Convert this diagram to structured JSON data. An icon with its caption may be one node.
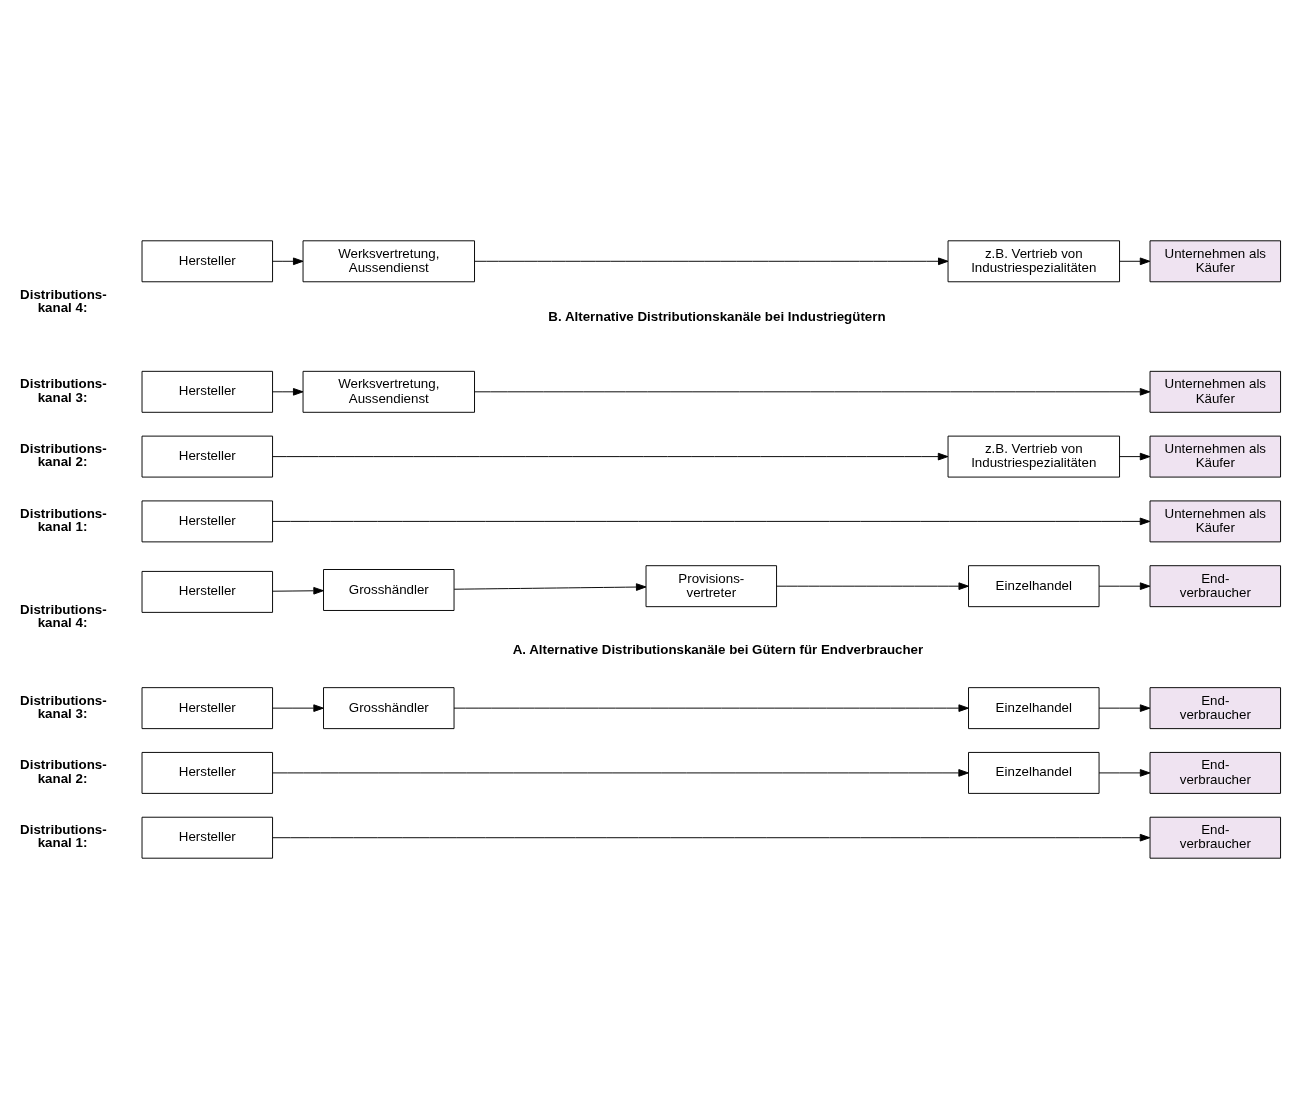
{
  "diagram": {
    "nodes": [
      {
        "text": [
          "Hersteller"
        ]
      },
      {
        "text": [
          "End- verbraucher"
        ]
      },
      {
        "text": [
          "Hersteller"
        ]
      },
      {
        "text": [
          "Einzelhandel"
        ]
      },
      {
        "text": [
          "End- verbraucher"
        ]
      },
      {
        "text": [
          "Hersteller"
        ]
      },
      {
        "text": [
          "Grosshändler"
        ]
      },
      {
        "text": [
          "Einzelhandel"
        ]
      },
      {
        "text": [
          "End- verbraucher"
        ]
      },
      {
        "text": [
          "Hersteller"
        ]
      },
      {
        "text": [
          "Grosshändler"
        ]
      },
      {
        "text": [
          "Provisions- vertreter"
        ]
      },
      {
        "text": [
          "Einzelhandel"
        ]
      },
      {
        "text": [
          "End- verbraucher"
        ]
      },
      {
        "text": [
          "Hersteller"
        ]
      },
      {
        "text": [
          "Unternehmen als Käufer"
        ]
      },
      {
        "text": [
          "Hersteller"
        ]
      },
      {
        "text": [
          "z.B. Vertrieb von Industriespezialitäten"
        ]
      },
      {
        "text": [
          "Unternehmen als Käufer"
        ]
      },
      {
        "text": [
          "Hersteller"
        ]
      },
      {
        "text": [
          "Werksvertretung, Aussendienst"
        ]
      },
      {
        "text": [
          "Unternehmen als Käufer"
        ]
      },
      {
        "text": [
          "Hersteller"
        ]
      },
      {
        "text": [
          "Werksvertretung, Aussendienst"
        ]
      },
      {
        "text": [
          "z.B. Vertrieb von Industriespezialitäten"
        ]
      },
      {
        "text": [
          "Unternehmen als Käufer"
        ]
      }
    ],
    "edges": [
      {
        "from": 0,
        "to": 1,
        "arrow": "to"
      },
      {
        "from": 2,
        "to": 3,
        "arrow": "to"
      },
      {
        "from": 3,
        "to": 4,
        "arrow": "to"
      },
      {
        "from": 5,
        "to": 6,
        "arrow": "to"
      },
      {
        "from": 6,
        "to": 7,
        "arrow": "to"
      },
      {
        "from": 7,
        "to": 8,
        "arrow": "to"
      },
      {
        "from": 9,
        "to": 10,
        "arrow": "to"
      },
      {
        "from": 10,
        "to": 11,
        "arrow": "to"
      },
      {
        "from": 11,
        "to": 12,
        "arrow": "to"
      },
      {
        "from": 12,
        "to": 13,
        "arrow": "to"
      },
      {
        "from": 14,
        "to": 15,
        "arrow": "to"
      },
      {
        "from": 16,
        "to": 17,
        "arrow": "to"
      },
      {
        "from": 17,
        "to": 18,
        "arrow": "to"
      },
      {
        "from": 19,
        "to": 20,
        "arrow": "to"
      },
      {
        "from": 20,
        "to": 21,
        "arrow": "to"
      },
      {
        "from": 22,
        "to": 23,
        "arrow": "to"
      },
      {
        "from": 23,
        "to": 24,
        "arrow": "to"
      },
      {
        "from": 24,
        "to": 25,
        "arrow": "to"
      }
    ],
    "labels": [
      "Distributions- kanal 1:",
      "Distributions- kanal 2:",
      "Distributions- kanal 3:",
      "Distributions- kanal 4:",
      "A. Alternative Distributionskanäle bei Gütern für Endverbraucher",
      "Distributions- kanal 1:",
      "Distributions- kanal 2:",
      "Distributions- kanal 3:",
      "Distributions- kanal 4:",
      "B. Alternative Distributionskanäle bei Industriegütern"
    ]
  }
}
